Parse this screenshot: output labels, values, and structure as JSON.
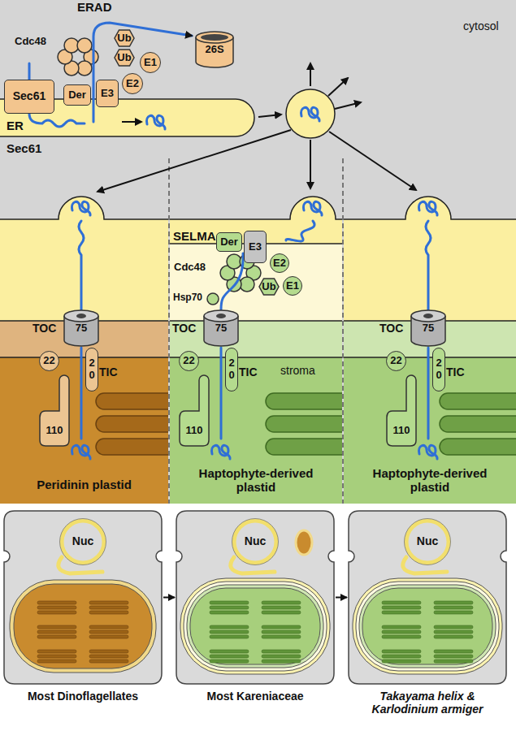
{
  "diagram": {
    "nodes": [
      {
        "text": [
          "Ub"
        ]
      },
      {
        "text": [
          "Ub"
        ]
      },
      {
        "text": [
          "26S"
        ]
      },
      {
        "text": [
          "E1"
        ]
      },
      {
        "text": [
          "E2"
        ]
      },
      {
        "text": [
          "Sec61"
        ]
      },
      {
        "text": [
          "Der"
        ]
      },
      {
        "text": [
          "E3"
        ]
      },
      {
        "text": [
          "75"
        ]
      },
      {
        "text": [
          "22"
        ]
      },
      {
        "text": [
          "20"
        ]
      },
      {
        "text": [
          "110"
        ]
      },
      {
        "text": [
          "Der"
        ]
      },
      {
        "text": [
          "E3"
        ]
      },
      {
        "text": [
          "E2"
        ]
      },
      {
        "text": [
          "Ub"
        ]
      },
      {
        "text": [
          "E1"
        ]
      },
      {
        "text": [
          "75"
        ]
      },
      {
        "text": [
          "22"
        ]
      },
      {
        "text": [
          "20"
        ]
      },
      {
        "text": [
          "110"
        ]
      },
      {
        "text": [
          "75"
        ]
      },
      {
        "text": [
          "22"
        ]
      },
      {
        "text": [
          "20"
        ]
      },
      {
        "text": [
          "110"
        ]
      },
      {
        "text": [
          "Most Dinoflagellates"
        ]
      },
      {
        "text": [
          "Nuc"
        ],
        "in": 25
      },
      {
        "text": [
          "Most Kareniaceae"
        ]
      },
      {
        "text": [
          "Nuc"
        ],
        "in": 27
      },
      {
        "text": [
          "Takayama helix & Karlodinium armiger"
        ]
      },
      {
        "text": [
          "Nuc"
        ],
        "in": 29
      }
    ],
    "edges": [
      {
        "from": 25,
        "to": 27,
        "arrow": "to"
      },
      {
        "from": 27,
        "to": 29,
        "arrow": "to"
      }
    ],
    "labels": [
      "ERAD",
      "Cdc48",
      "cytosol",
      "ER",
      "Sec61",
      "SELMA",
      "Cdc48",
      "Hsp70",
      "TOC",
      "TOC",
      "TOC",
      "TIC",
      "TIC",
      "TIC",
      "stroma",
      "Peridinin plastid",
      "Haptophyte-derived plastid",
      "Haptophyte-derived plastid"
    ]
  }
}
